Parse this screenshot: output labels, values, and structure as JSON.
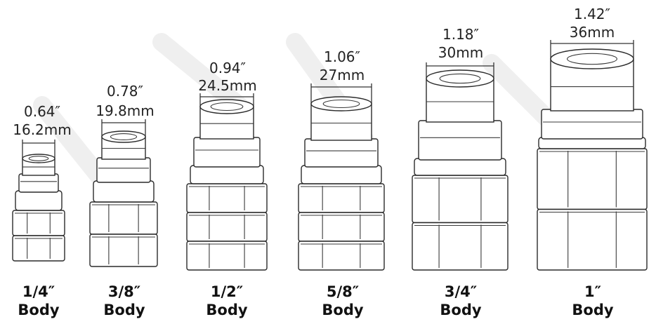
{
  "fittings": [
    {
      "inch": "0.64″",
      "mm": "16.2mm",
      "size": "1/4″",
      "body": "Body"
    },
    {
      "inch": "0.78″",
      "mm": "19.8mm",
      "size": "3/8″",
      "body": "Body"
    },
    {
      "inch": "0.94″",
      "mm": "24.5mm",
      "size": "1/2″",
      "body": "Body"
    },
    {
      "inch": "1.06″",
      "mm": "27mm",
      "size": "5/8″",
      "body": "Body"
    },
    {
      "inch": "1.18″",
      "mm": "30mm",
      "size": "3/4″",
      "body": "Body"
    },
    {
      "inch": "1.42″",
      "mm": "36mm",
      "size": "1″",
      "body": "Body"
    }
  ],
  "colors": {
    "line": "#2a2a2a",
    "text": "#222222",
    "label": "#111111",
    "watermark": "#efefef"
  }
}
